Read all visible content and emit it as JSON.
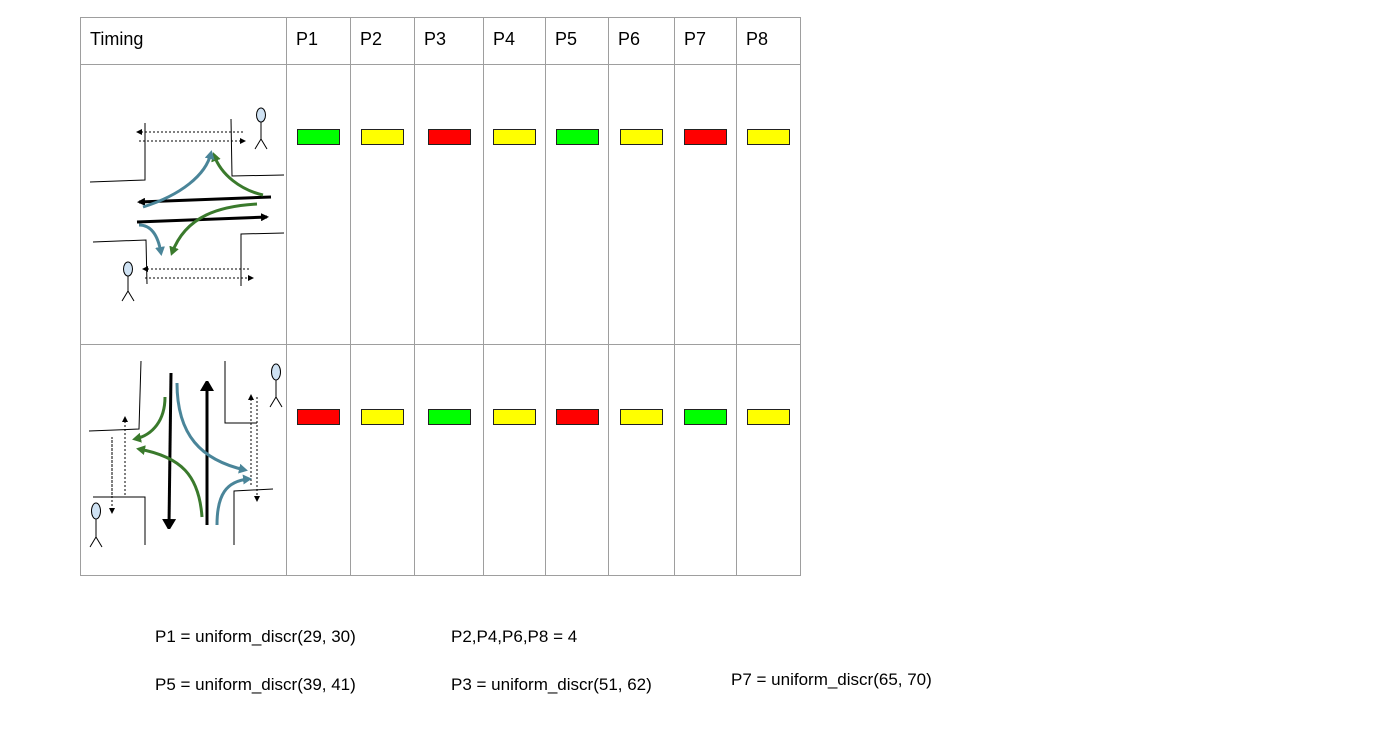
{
  "table": {
    "corner_label": "Timing",
    "phases": [
      "P1",
      "P2",
      "P3",
      "P4",
      "P5",
      "P6",
      "P7",
      "P8"
    ],
    "rows": [
      {
        "diagram": "east-west-movements",
        "signals": [
          "green",
          "yellow",
          "red",
          "yellow",
          "green",
          "yellow",
          "red",
          "yellow"
        ]
      },
      {
        "diagram": "north-south-movements",
        "signals": [
          "red",
          "yellow",
          "green",
          "yellow",
          "red",
          "yellow",
          "green",
          "yellow"
        ]
      }
    ]
  },
  "colors": {
    "green": "#00ff00",
    "yellow": "#ffff00",
    "red": "#ff0000",
    "left_turn_arrow": "#3a7a2c",
    "right_turn_arrow": "#4a8599",
    "through_arrow": "#000000",
    "pedestrian_head": "#cfe2f3",
    "grid_line": "#9e9e9e"
  },
  "formulas": {
    "p1": "P1 = uniform_discr(29, 30)",
    "p2468": "P2,P4,P6,P8 = 4",
    "p5": "P5 = uniform_discr(39, 41)",
    "p3": "P3 = uniform_discr(51, 62)",
    "p7": "P7 = uniform_discr(65, 70)"
  }
}
